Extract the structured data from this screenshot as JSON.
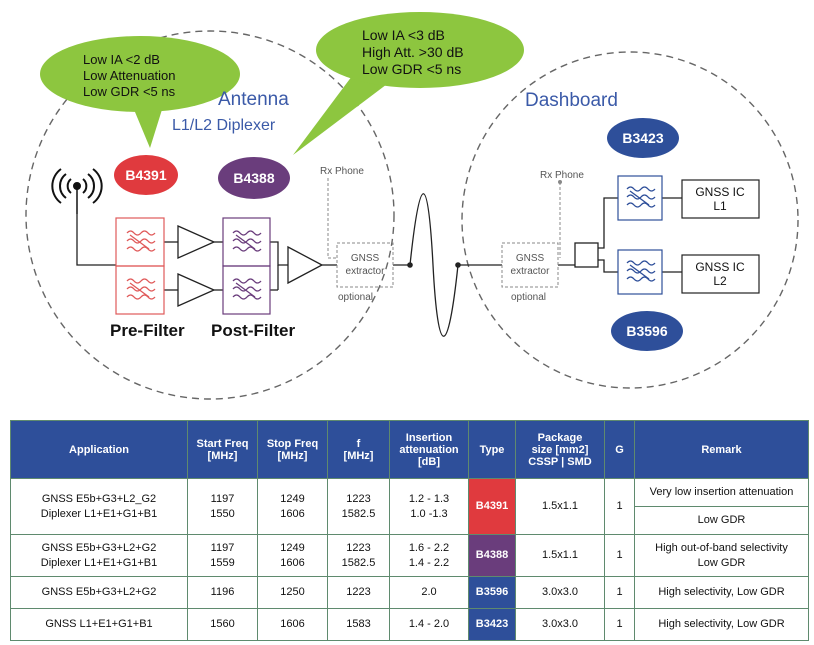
{
  "colors": {
    "bubble": "#8dc63f",
    "b4391": "#e03a3e",
    "b4388": "#6a3d7c",
    "b3423": "#2e4f9a",
    "b3596": "#2e4f9a",
    "filter_red": "#e05a5a",
    "filter_purple": "#6a3d7c",
    "filter_blue": "#2e4f9a",
    "section_title": "#3b5aa8",
    "header_bg": "#2e4f9a",
    "table_border": "#5f8a6e"
  },
  "diagram": {
    "antenna_title": "Antenna",
    "diplexer_title": "L1/L2 Diplexer",
    "dashboard_title": "Dashboard",
    "bubble_left": [
      "Low IA <2 dB",
      "Low Attenuation",
      "Low GDR <5 ns"
    ],
    "bubble_center": [
      "Low IA <3 dB",
      "High Att. >30 dB",
      "Low GDR <5 ns"
    ],
    "badges": {
      "b4391": "B4391",
      "b4388": "B4388",
      "b3423": "B3423",
      "b3596": "B3596"
    },
    "rx_phone": "Rx Phone",
    "gnss_extractor": [
      "GNSS",
      "extractor"
    ],
    "optional": "optional",
    "prefilter": "Pre-Filter",
    "postfilter": "Post-Filter",
    "gnss_ic_l1": [
      "GNSS IC",
      "L1"
    ],
    "gnss_ic_l2": [
      "GNSS IC",
      "L2"
    ]
  },
  "table": {
    "headers": {
      "application": "Application",
      "start_freq": [
        "Start Freq",
        "[MHz]"
      ],
      "stop_freq": [
        "Stop Freq",
        "[MHz]"
      ],
      "f": [
        "f",
        "[MHz]"
      ],
      "insertion": [
        "Insertion",
        "attenuation",
        "[dB]"
      ],
      "type": "Type",
      "package": [
        "Package",
        "size [mm2]",
        "CSSP | SMD"
      ],
      "g": "G",
      "remark": "Remark"
    },
    "rows": [
      {
        "application": [
          "GNSS E5b+G3+L2_G2",
          "Diplexer L1+E1+G1+B1"
        ],
        "start": [
          "1197",
          "1550"
        ],
        "stop": [
          "1249",
          "1606"
        ],
        "f": [
          "1223",
          "1582.5"
        ],
        "ia": [
          "1.2 - 1.3",
          "1.0 -1.3"
        ],
        "type": "B4391",
        "type_color": "#e03a3e",
        "package": "1.5x1.1",
        "g": "1",
        "remark": [
          "Very low insertion attenuation",
          "Low GDR"
        ]
      },
      {
        "application": [
          "GNSS E5b+G3+L2+G2",
          "Diplexer L1+E1+G1+B1"
        ],
        "start": [
          "1197",
          "1559"
        ],
        "stop": [
          "1249",
          "1606"
        ],
        "f": [
          "1223",
          "1582.5"
        ],
        "ia": [
          "1.6 - 2.2",
          "1.4 - 2.2"
        ],
        "type": "B4388",
        "type_color": "#6a3d7c",
        "package": "1.5x1.1",
        "g": "1",
        "remark": [
          "High out-of-band selectivity",
          "Low GDR"
        ]
      },
      {
        "application": [
          "GNSS E5b+G3+L2+G2"
        ],
        "start": [
          "1196"
        ],
        "stop": [
          "1250"
        ],
        "f": [
          "1223"
        ],
        "ia": [
          "2.0"
        ],
        "type": "B3596",
        "type_color": "#2e4f9a",
        "package": "3.0x3.0",
        "g": "1",
        "remark": [
          "High selectivity, Low GDR"
        ]
      },
      {
        "application": [
          "GNSS L1+E1+G1+B1"
        ],
        "start": [
          "1560"
        ],
        "stop": [
          "1606"
        ],
        "f": [
          "1583"
        ],
        "ia": [
          "1.4 - 2.0"
        ],
        "type": "B3423",
        "type_color": "#2e4f9a",
        "package": "3.0x3.0",
        "g": "1",
        "remark": [
          "High selectivity, Low GDR"
        ]
      }
    ]
  }
}
